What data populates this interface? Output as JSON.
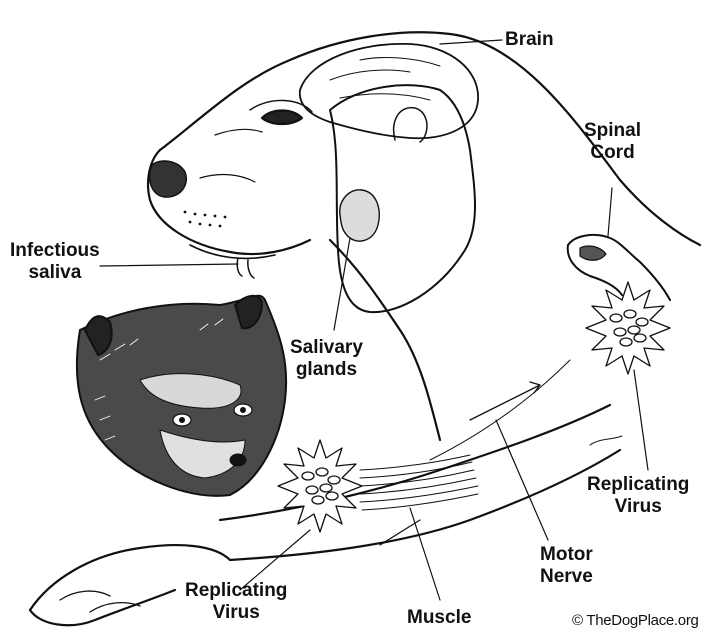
{
  "labels": {
    "brain": "Brain",
    "spinal_cord": [
      "Spinal",
      "Cord"
    ],
    "infectious_saliva": [
      "Infectious",
      "saliva"
    ],
    "salivary_glands": [
      "Salivary",
      "glands"
    ],
    "replicating_virus_right": [
      "Replicating",
      "Virus"
    ],
    "replicating_virus_left": [
      "Replicating",
      "Virus"
    ],
    "motor_nerve": [
      "Motor",
      "Nerve"
    ],
    "muscle": "Muscle"
  },
  "credit": "© TheDogPlace.org",
  "colors": {
    "ink": "#111111",
    "background": "#ffffff"
  }
}
